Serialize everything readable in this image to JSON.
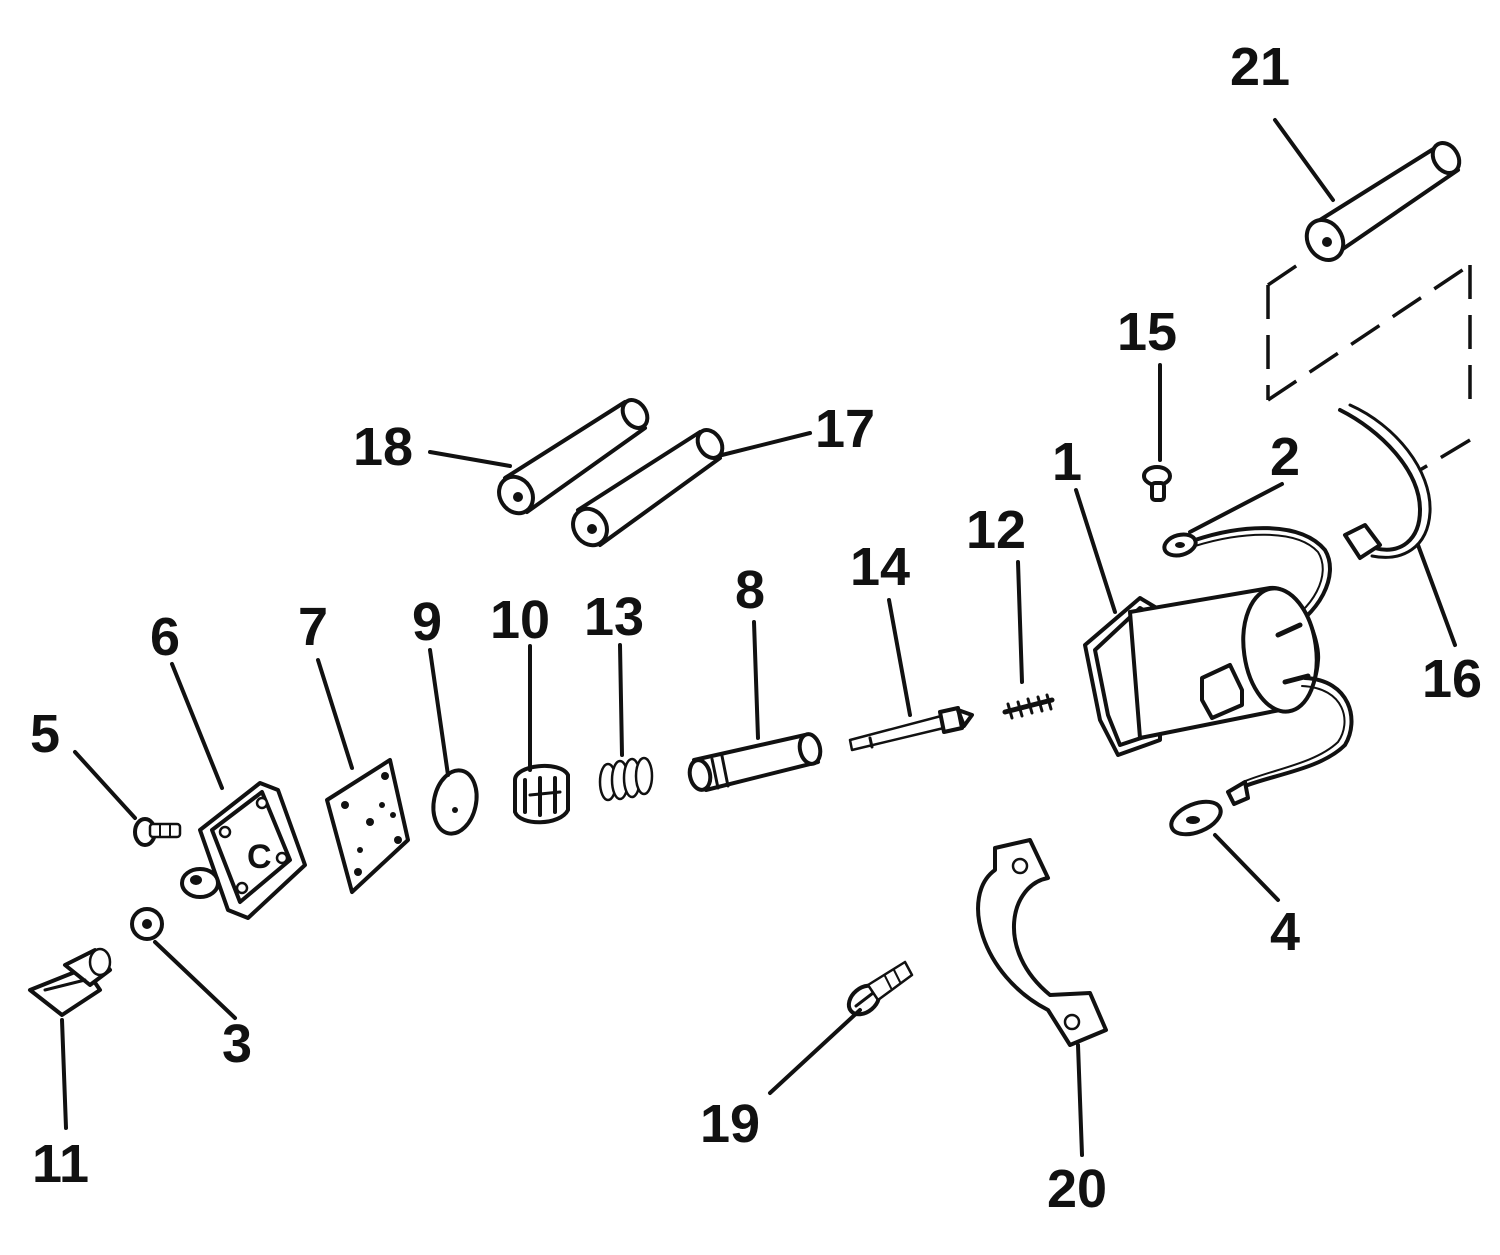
{
  "callouts": {
    "c1": "1",
    "c2": "2",
    "c3": "3",
    "c4": "4",
    "c5": "5",
    "c6": "6",
    "c7": "7",
    "c8": "8",
    "c9": "9",
    "c10": "10",
    "c11": "11",
    "c12": "12",
    "c13": "13",
    "c14": "14",
    "c15": "15",
    "c16": "16",
    "c17": "17",
    "c18": "18",
    "c19": "19",
    "c20": "20",
    "c21": "21"
  },
  "colors": {
    "ink": "#111111",
    "paper": "#ffffff"
  }
}
